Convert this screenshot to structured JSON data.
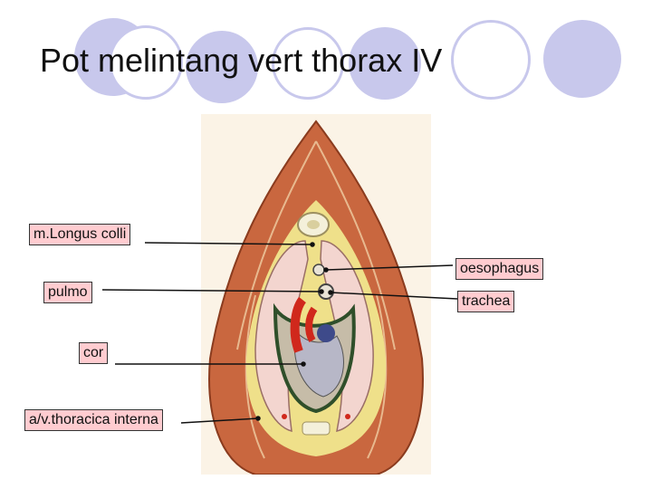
{
  "slide": {
    "title": "Pot melintang vert thorax IV"
  },
  "labels": {
    "longus_colli": "m.Longus colli",
    "pulmo": "pulmo",
    "cor": "cor",
    "thoracica_interna": "a/v.thoracica interna",
    "oesophagus": "oesophagus",
    "trachea": "trachea"
  },
  "colors": {
    "accent_circles": "#c8c8ec",
    "label_background": "#ffccd0",
    "muscle": "#c9673f",
    "lung": "#f3d5cf",
    "heart_artery": "#d0281c",
    "pericardium": "#2f4f2a"
  }
}
